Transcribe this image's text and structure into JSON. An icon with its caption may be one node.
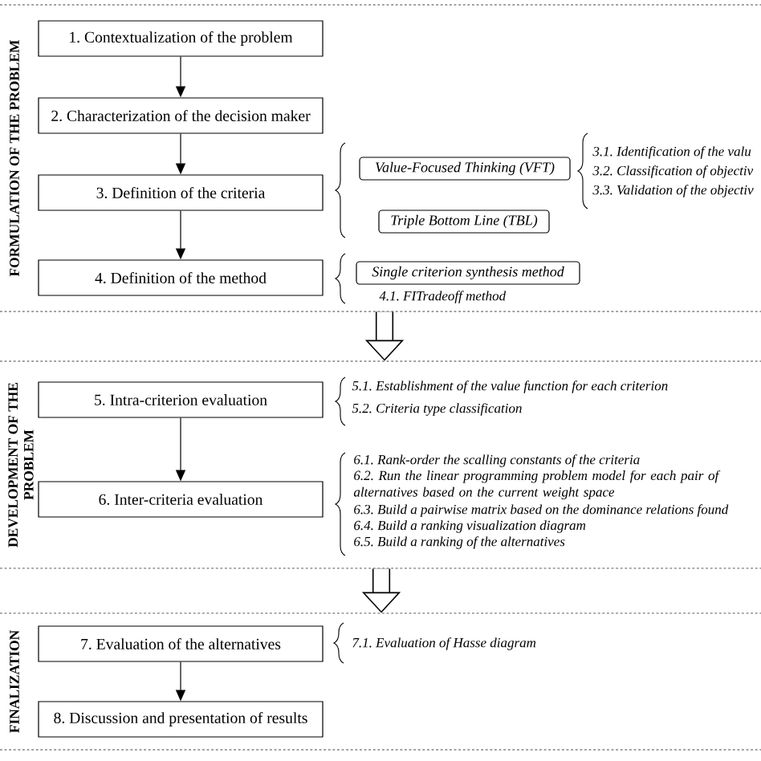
{
  "diagram": {
    "nodes": [
      {
        "text": [
          "FORMULATION OF THE PROBLEM"
        ]
      },
      {
        "text": [
          "1. Contextualization of the problem"
        ],
        "in": 0
      },
      {
        "text": [
          "2. Characterization of the decision maker"
        ],
        "in": 0
      },
      {
        "text": [
          "3. Definition of the criteria"
        ],
        "in": 0
      },
      {
        "text": [
          "Value-Focused Thinking (VFT)"
        ],
        "in": 0
      },
      {
        "text": [
          "Triple Bottom Line (TBL)"
        ],
        "in": 0
      },
      {
        "text": [
          "4. Definition of the method"
        ],
        "in": 0
      },
      {
        "text": [
          "Single criterion synthesis method"
        ],
        "in": 0
      },
      {
        "text": [
          "DEVELOPMENT OF THE PROBLEM"
        ]
      },
      {
        "text": [
          "5. Intra-criterion evaluation"
        ],
        "in": 8
      },
      {
        "text": [
          "6. Inter-criteria evaluation"
        ],
        "in": 8
      },
      {
        "text": [
          "FINALIZATION"
        ]
      },
      {
        "text": [
          "7. Evaluation of the alternatives"
        ],
        "in": 11
      },
      {
        "text": [
          "8. Discussion and presentation of results"
        ],
        "in": 11
      }
    ],
    "edges": [
      {
        "from": 1,
        "to": 2,
        "arrow": "to"
      },
      {
        "from": 2,
        "to": 3,
        "arrow": "to"
      },
      {
        "from": 3,
        "to": 6,
        "arrow": "to"
      },
      {
        "from": 0,
        "to": 8,
        "arrow": "to",
        "style": "thick"
      },
      {
        "from": 9,
        "to": 10,
        "arrow": "to"
      },
      {
        "from": 8,
        "to": 11,
        "arrow": "to",
        "style": "thick"
      },
      {
        "from": 12,
        "to": 13,
        "arrow": "to"
      }
    ],
    "labels": [
      "3.1. Identification of the valu",
      "3.2. Classification of objectiv",
      "3.3. Validation of the objectiv",
      "4.1. FITradeoff method",
      "5.1. Establishment of the value function for each criterion",
      "5.2. Criteria type classification",
      "6.1. Rank-order the scalling constants of the criteria",
      "6.2. Run the linear programming problem model for each pair of alternatives based on the current weight space",
      "6.3. Build a pairwise matrix based on the dominance relations found",
      "6.4. Build a ranking visualization diagram",
      "6.5. Build a ranking of the alternatives",
      "7.1. Evaluation of Hasse diagram"
    ]
  }
}
